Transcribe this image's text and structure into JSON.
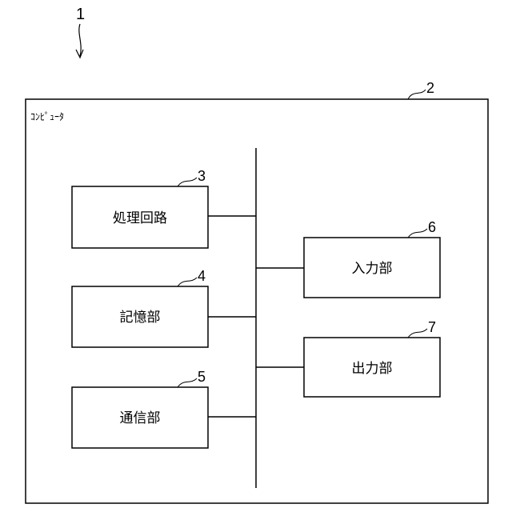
{
  "figure": {
    "ref": "1"
  },
  "computer": {
    "ref": "2",
    "label": "ｺﾝﾋﾟｭｰﾀ"
  },
  "blocks": {
    "processing_circuit": {
      "ref": "3",
      "label": "処理回路"
    },
    "storage_unit": {
      "ref": "4",
      "label": "記憶部"
    },
    "communication_unit": {
      "ref": "5",
      "label": "通信部"
    },
    "input_unit": {
      "ref": "6",
      "label": "入力部"
    },
    "output_unit": {
      "ref": "7",
      "label": "出力部"
    }
  }
}
